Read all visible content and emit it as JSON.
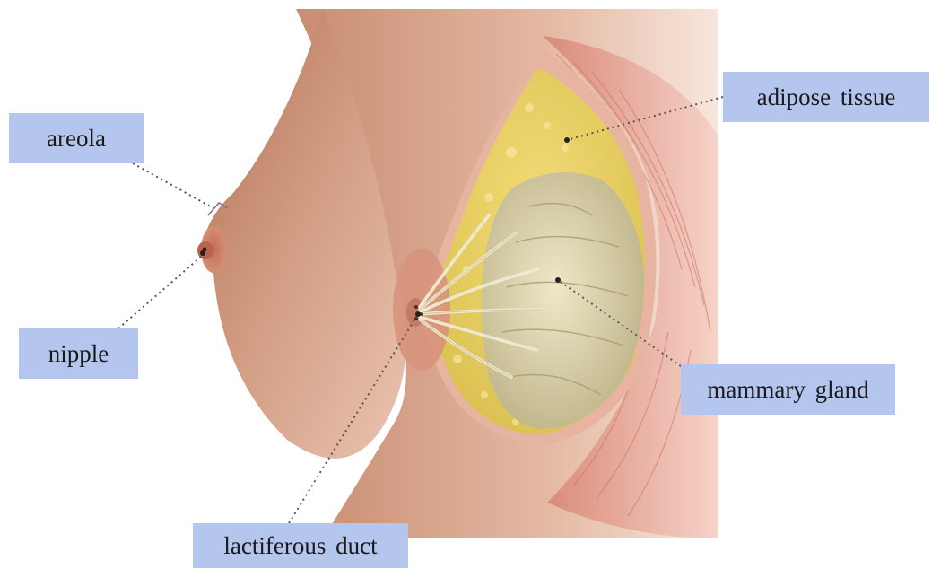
{
  "labels": {
    "areola": "areola",
    "nipple": "nipple",
    "adipose_tissue": "adipose tissue",
    "mammary_gland": "mammary gland",
    "lactiferous_duct": "lactiferous duct"
  },
  "colors": {
    "label_bg": "#b4c6ee",
    "skin": "#c98a6d",
    "fat": "#e5cf5f",
    "gland": "#d9d3aa",
    "muscle": "#e4a493",
    "leader": "#555555"
  }
}
